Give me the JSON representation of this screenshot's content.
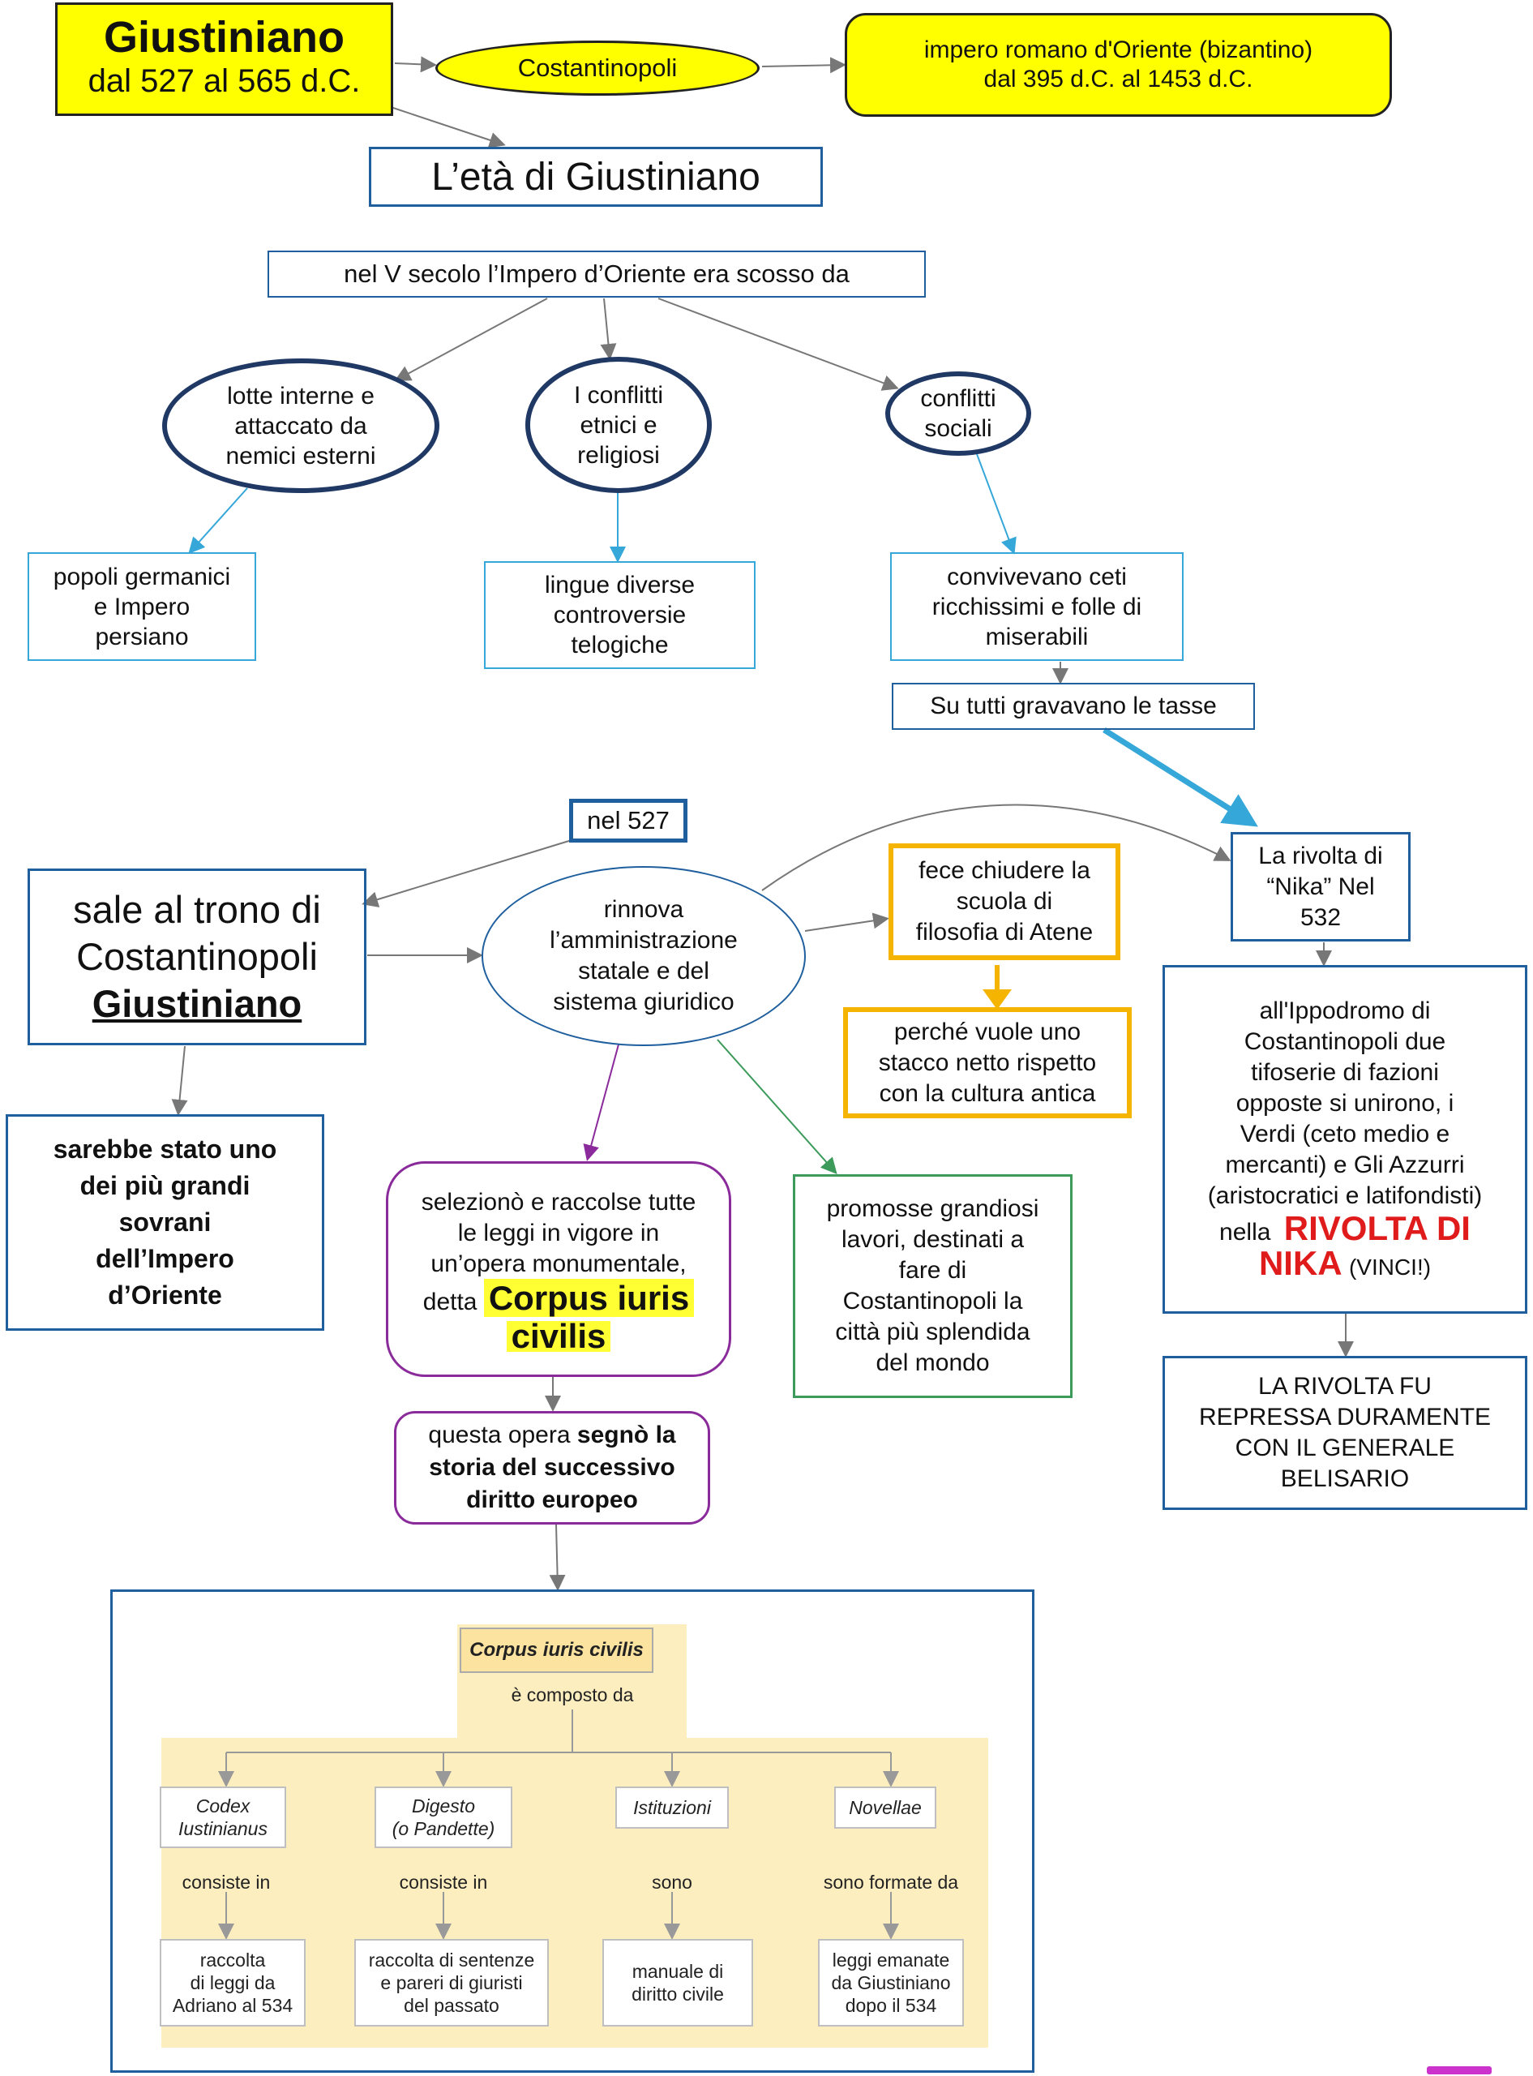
{
  "header": {
    "title": "Giustiniano",
    "dates": "dal 527 al 565 d.C.",
    "city": "Costantinopoli",
    "empire_line1": "impero romano d'Oriente (bizantino)",
    "empire_line2": "dal 395 d.C. al 1453 d.C.",
    "era": "L’età di Giustiniano"
  },
  "crisis": {
    "intro": "nel V secolo l’Impero d’Oriente era scosso da",
    "causes": [
      {
        "lines": [
          "lotte interne e",
          "attaccato da",
          "nemici esterni"
        ],
        "detail": [
          "popoli germanici",
          "e Impero",
          "persiano"
        ]
      },
      {
        "lines": [
          "I conflitti",
          "etnici e",
          "religiosi"
        ],
        "detail": [
          "lingue diverse",
          "controversie",
          "telogiche"
        ]
      },
      {
        "lines": [
          "conflitti",
          "sociali"
        ],
        "detail": [
          "convivevano ceti",
          "ricchissimi e folle di",
          "miserabili"
        ]
      }
    ],
    "taxes": "Su tutti gravavano le tasse"
  },
  "reign": {
    "year": "nel 527",
    "throne_line1": "sale al trono di",
    "throne_line2": "Costantinopoli",
    "throne_name": "Giustiniano",
    "judgement": [
      "sarebbe stato uno",
      "dei più grandi",
      "sovrani",
      "dell’Impero",
      "d’Oriente"
    ],
    "reform": [
      "rinnova",
      "l’amministrazione",
      "statale e del",
      "sistema giuridico"
    ],
    "school": [
      "fece chiudere la",
      "scuola di",
      "filosofia di Atene"
    ],
    "school_reason": [
      "perché vuole uno",
      "stacco netto rispetto",
      "con la cultura antica"
    ],
    "corpus_lines": [
      "selezionò e raccolse tutte",
      "le leggi in vigore in",
      "un’opera monumentale,"
    ],
    "corpus_prefix": "detta",
    "corpus_name_1": "Corpus iuris",
    "corpus_name_2": "civilis",
    "legacy_prefix": "questa opera",
    "legacy_bold_1": "segnò la",
    "legacy_bold_2": "storia del successivo",
    "legacy_bold_3": "diritto europeo",
    "works": [
      "promosse grandiosi",
      "lavori, destinati a",
      "fare di",
      "Costantinopoli la",
      "città più splendida",
      "del mondo"
    ]
  },
  "revolt": {
    "title": [
      "La rivolta di",
      "“Nika” Nel",
      "532"
    ],
    "desc": [
      "all'Ippodromo di",
      "Costantinopoli due",
      "tifoserie di fazioni",
      "opposte si unirono, i",
      "Verdi (ceto medio e",
      "mercanti) e Gli Azzurri",
      "(aristocratici e latifondisti)"
    ],
    "desc_prefix": "nella",
    "name_1": "RIVOLTA DI",
    "name_2": "NIKA",
    "name_suffix": "(VINCI!)",
    "outcome": [
      "LA RIVOLTA FU",
      "REPRESSA DURAMENTE",
      "CON IL GENERALE",
      "BELISARIO"
    ]
  },
  "corpus_table": {
    "title": "Corpus iuris civilis",
    "subtitle": "è composto da",
    "parts": [
      {
        "name": [
          "Codex",
          "Iustinianus"
        ],
        "verb": "consiste in",
        "content": [
          "raccolta",
          "di leggi da",
          "Adriano al 534"
        ]
      },
      {
        "name": [
          "Digesto",
          "(o Pandette)"
        ],
        "verb": "consiste in",
        "content": [
          "raccolta di sentenze",
          "e pareri di giuristi",
          "del passato"
        ]
      },
      {
        "name": [
          "Istituzioni"
        ],
        "verb": "sono",
        "content": [
          "manuale di",
          "diritto civile"
        ]
      },
      {
        "name": [
          "Novellae"
        ],
        "verb": "sono formate da",
        "content": [
          "leggi emanate",
          "da Giustiniano",
          "dopo il 534"
        ]
      }
    ]
  },
  "colors": {
    "yellow": "#ffff00",
    "navy": "#1f3864",
    "blue": "#1f5f9e",
    "cyan": "#35a7d8",
    "orange": "#f5b400",
    "purple": "#8a2a9b",
    "green": "#3c9a5a",
    "red": "#e01b1b",
    "inset_bg": "#fdeec0"
  }
}
